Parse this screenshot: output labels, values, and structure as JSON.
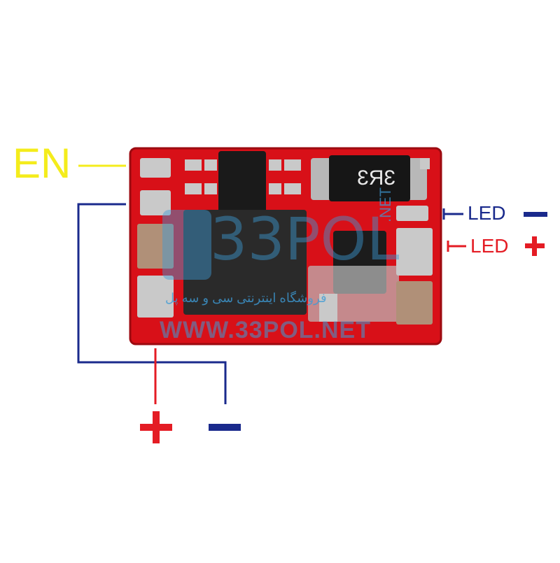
{
  "labels": {
    "enable": "EN",
    "led_negative": "LED",
    "led_positive": "LED",
    "power_positive": "+",
    "power_negative": "−"
  },
  "components": {
    "inductor_marking": "3R3"
  },
  "watermark": {
    "brand": "33POL",
    "net": ".NET",
    "url": "WWW.33POL.NET",
    "tagline": "فروشگاه اینترنتی سی و سه پل"
  },
  "colors": {
    "board": "#d81018",
    "enable_wire": "#f4ec1c",
    "negative_wire": "#1a2a8c",
    "positive_wire": "#e41c24",
    "watermark": "#3d9bd6",
    "pad": "#c9c9c9",
    "ic": "#1a1a1a"
  }
}
